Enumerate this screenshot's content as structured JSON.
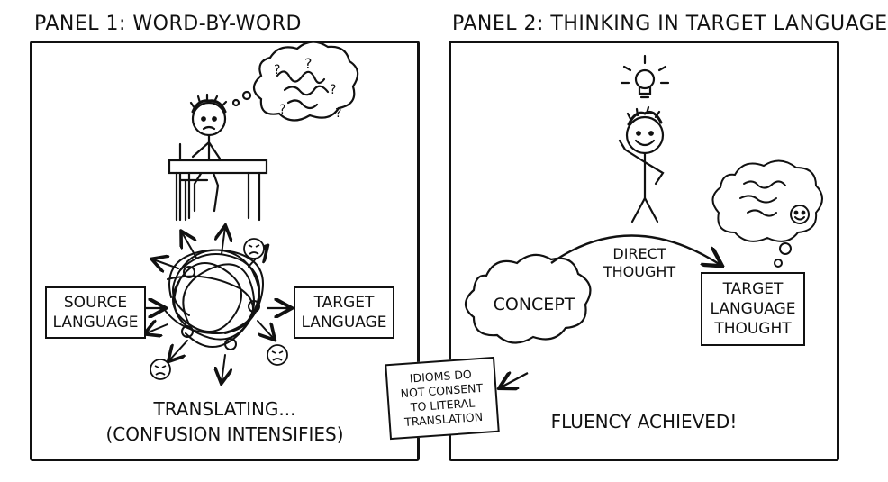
{
  "panel1": {
    "title": "PANEL 1: WORD-BY-WORD",
    "source_box": "SOURCE\nLANGUAGE",
    "target_box": "TARGET\nLANGUAGE",
    "caption_line1": "TRANSLATING...",
    "caption_line2": "(CONFUSION INTENSIFIES)",
    "thought_marks": "? ? ? ?"
  },
  "panel2": {
    "title": "PANEL 2: THINKING IN TARGET LANGUAGE",
    "concept": "CONCEPT",
    "arrow_label": "DIRECT\nTHOUGHT",
    "target_box": "TARGET\nLANGUAGE\nTHOUGHT",
    "caption": "FLUENCY ACHIEVED!"
  },
  "note": "IDIOMS DO\nNOT CONSENT\nTO LITERAL\nTRANSLATION"
}
